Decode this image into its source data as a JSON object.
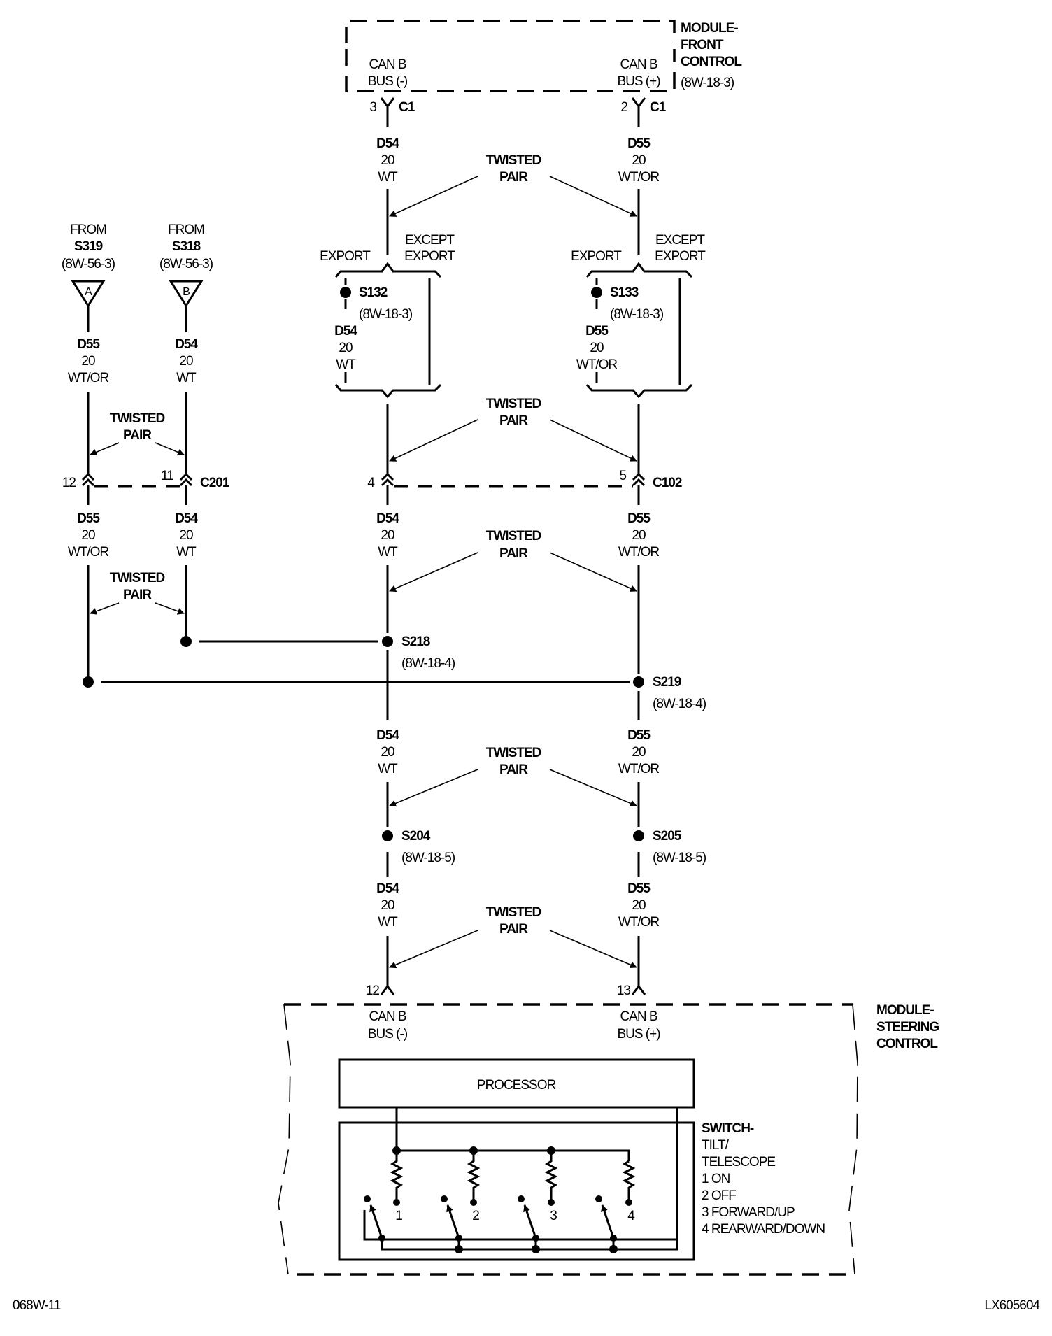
{
  "diagram": {
    "modules": {
      "front_control": {
        "title": [
          "MODULE-",
          "FRONT",
          "CONTROL",
          "(8W-18-3)"
        ],
        "pins": [
          {
            "label": [
              "CAN B",
              "BUS (-)"
            ],
            "pin": "3",
            "connector": "C1"
          },
          {
            "label": [
              "CAN B",
              "BUS (+)"
            ],
            "pin": "2",
            "connector": "C1"
          }
        ]
      },
      "steering_control": {
        "title": [
          "MODULE-",
          "STEERING",
          "CONTROL"
        ],
        "pins": [
          {
            "label": [
              "CAN B",
              "BUS (-)"
            ],
            "pin": "12"
          },
          {
            "label": [
              "CAN B",
              "BUS (+)"
            ],
            "pin": "13"
          }
        ],
        "processor_label": "PROCESSOR",
        "switch": {
          "title": [
            "SWITCH-",
            "TILT/",
            "TELESCOPE"
          ],
          "positions": [
            "1 ON",
            "2 OFF",
            "3 FORWARD/UP",
            "4 REARWARD/DOWN"
          ],
          "contact_numbers": [
            "1",
            "2",
            "3",
            "4"
          ]
        }
      }
    },
    "wires": {
      "d54": {
        "circuit": "D54",
        "gauge": "20",
        "color": "WT"
      },
      "d55": {
        "circuit": "D55",
        "gauge": "20",
        "color": "WT/OR"
      }
    },
    "twisted_pair": [
      "TWISTED",
      "PAIR"
    ],
    "options": {
      "export": "EXPORT",
      "except_export": [
        "EXCEPT",
        "EXPORT"
      ]
    },
    "splices": {
      "s132": {
        "name": "S132",
        "ref": "(8W-18-3)"
      },
      "s133": {
        "name": "S133",
        "ref": "(8W-18-3)"
      },
      "s218": {
        "name": "S218",
        "ref": "(8W-18-4)"
      },
      "s219": {
        "name": "S219",
        "ref": "(8W-18-4)"
      },
      "s204": {
        "name": "S204",
        "ref": "(8W-18-5)"
      },
      "s205": {
        "name": "S205",
        "ref": "(8W-18-5)"
      }
    },
    "from_refs": [
      {
        "from": "FROM",
        "splice": "S319",
        "ref": "(8W-56-3)",
        "letter": "A"
      },
      {
        "from": "FROM",
        "splice": "S318",
        "ref": "(8W-56-3)",
        "letter": "B"
      }
    ],
    "connectors": {
      "c201": {
        "name": "C201",
        "pins": [
          "12",
          "11"
        ]
      },
      "c102": {
        "name": "C102",
        "pins": [
          "4",
          "5"
        ]
      }
    },
    "footer": {
      "left": "068W-11",
      "right": "LX605604"
    }
  }
}
